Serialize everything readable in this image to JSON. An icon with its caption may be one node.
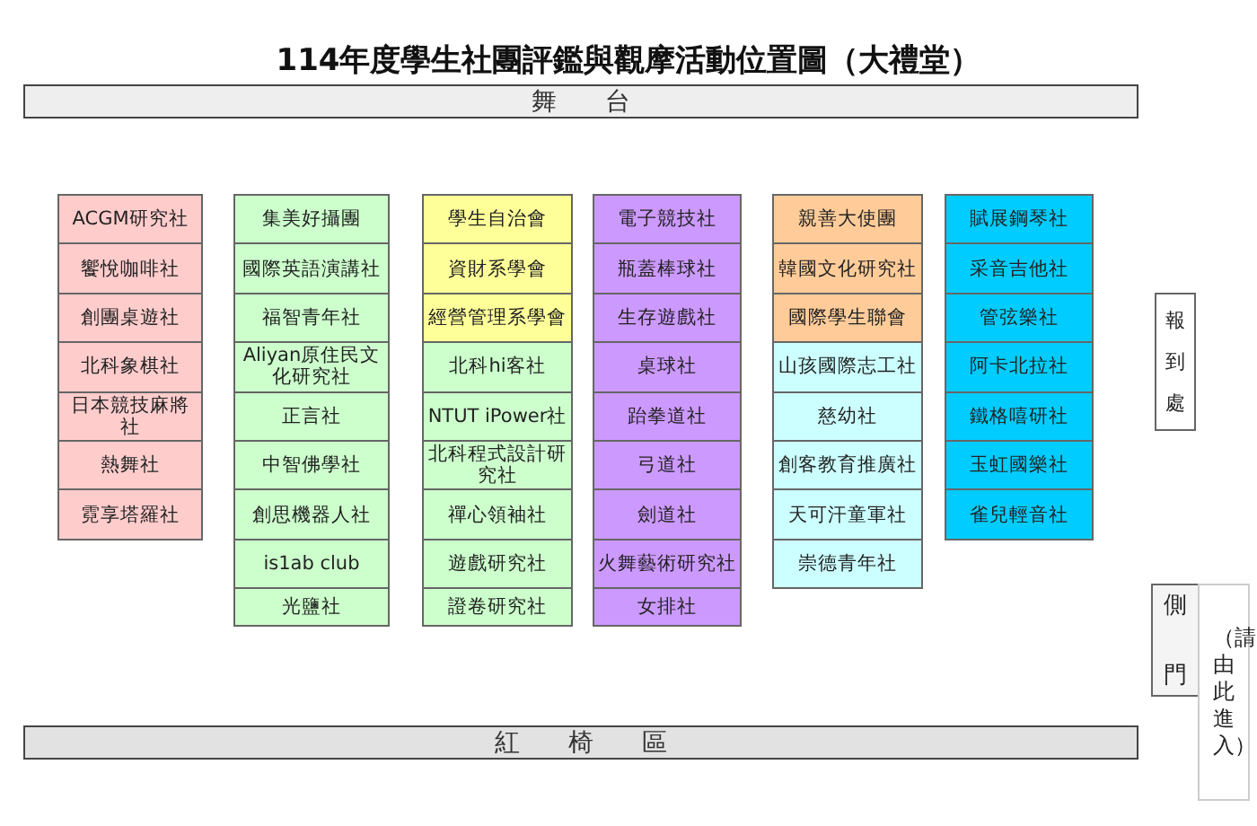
{
  "diagram": {
    "title": "114年度學生社團評鑑與觀摩活動位置圖（大禮堂）",
    "nodes": [
      {
        "text": [
          "舞 台"
        ]
      },
      {
        "text": [
          "ACGM研究社"
        ]
      },
      {
        "text": [
          "饗悅咖啡社"
        ]
      },
      {
        "text": [
          "創團桌遊社"
        ]
      },
      {
        "text": [
          "北科象棋社"
        ]
      },
      {
        "text": [
          "日本競技麻將社"
        ]
      },
      {
        "text": [
          "熱舞社"
        ]
      },
      {
        "text": [
          "霓享塔羅社"
        ]
      },
      {
        "text": [
          "集美好攝團"
        ]
      },
      {
        "text": [
          "國際英語演講社"
        ]
      },
      {
        "text": [
          "福智青年社"
        ]
      },
      {
        "text": [
          "Aliyan原住民文化研究社"
        ]
      },
      {
        "text": [
          "正言社"
        ]
      },
      {
        "text": [
          "中智佛學社"
        ]
      },
      {
        "text": [
          "創思機器人社"
        ]
      },
      {
        "text": [
          "is1ab club"
        ]
      },
      {
        "text": [
          "光鹽社"
        ]
      },
      {
        "text": [
          "學生自治會"
        ]
      },
      {
        "text": [
          "資財系學會"
        ]
      },
      {
        "text": [
          "經營管理系學會"
        ]
      },
      {
        "text": [
          "北科hi客社"
        ]
      },
      {
        "text": [
          "NTUT iPower社"
        ]
      },
      {
        "text": [
          "北科程式設計研究社"
        ]
      },
      {
        "text": [
          "禪心領袖社"
        ]
      },
      {
        "text": [
          "遊戲研究社"
        ]
      },
      {
        "text": [
          "證卷研究社"
        ]
      },
      {
        "text": [
          "電子競技社"
        ]
      },
      {
        "text": [
          "瓶蓋棒球社"
        ]
      },
      {
        "text": [
          "生存遊戲社"
        ]
      },
      {
        "text": [
          "桌球社"
        ]
      },
      {
        "text": [
          "跆拳道社"
        ]
      },
      {
        "text": [
          "弓道社"
        ]
      },
      {
        "text": [
          "劍道社"
        ]
      },
      {
        "text": [
          "火舞藝術研究社"
        ]
      },
      {
        "text": [
          "女排社"
        ]
      },
      {
        "text": [
          "親善大使團"
        ]
      },
      {
        "text": [
          "韓國文化研究社"
        ]
      },
      {
        "text": [
          "國際學生聯會"
        ]
      },
      {
        "text": [
          "山孩國際志工社"
        ]
      },
      {
        "text": [
          "慈幼社"
        ]
      },
      {
        "text": [
          "創客教育推廣社"
        ]
      },
      {
        "text": [
          "天可汗童軍社"
        ]
      },
      {
        "text": [
          "崇德青年社"
        ]
      },
      {
        "text": [
          "賦展鋼琴社"
        ]
      },
      {
        "text": [
          "采音吉他社"
        ]
      },
      {
        "text": [
          "管弦樂社"
        ]
      },
      {
        "text": [
          "阿卡北拉社"
        ]
      },
      {
        "text": [
          "鐵格嘻研社"
        ]
      },
      {
        "text": [
          "玉虹國樂社"
        ]
      },
      {
        "text": [
          "雀兒輕音社"
        ]
      },
      {
        "text": [
          "報到處"
        ]
      },
      {
        "text": [
          "側門"
        ]
      },
      {
        "text": [
          "（請由此進入）"
        ]
      },
      {
        "text": [
          "紅 椅 區"
        ]
      }
    ]
  }
}
